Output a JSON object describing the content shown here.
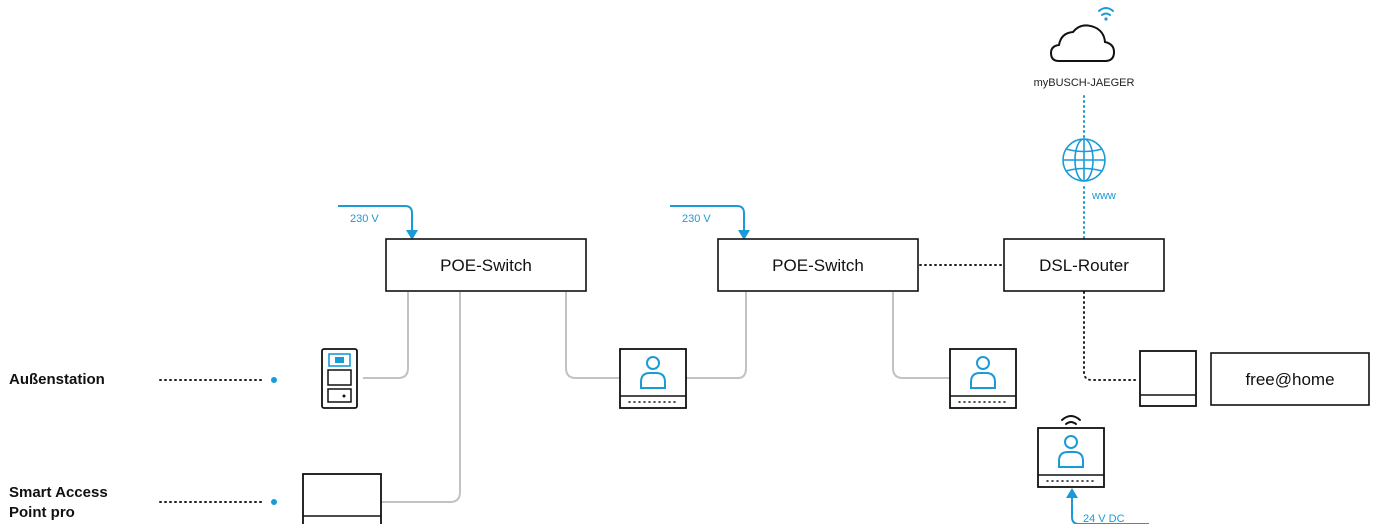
{
  "cloud": {
    "label": "myBUSCH-JAEGER",
    "icon": "cloud-wifi-icon"
  },
  "internet": {
    "label": "www",
    "icon": "globe-icon"
  },
  "switch_1": {
    "label": "POE-Switch",
    "power_label": "230 V"
  },
  "switch_2": {
    "label": "POE-Switch",
    "power_label": "230 V"
  },
  "router": {
    "label": "DSL-Router"
  },
  "freeathome": {
    "label": "free@home"
  },
  "devices": {
    "outdoor_station_label": "Außenstation",
    "access_point_label_line1": "Smart Access",
    "access_point_label_line2": "Point pro",
    "wifi_panel_power": "24 V DC"
  },
  "colors": {
    "accent": "#1a9bd7",
    "cable": "#c2c2c2",
    "line": "#111111"
  }
}
